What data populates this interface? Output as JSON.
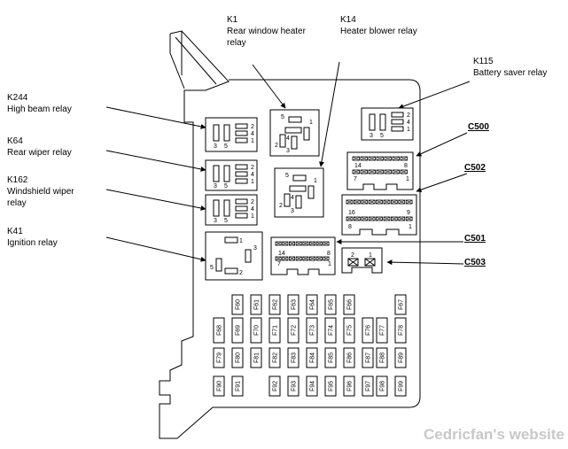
{
  "labels": {
    "k1": {
      "code": "K1",
      "line1": "Rear window heater",
      "line2": "relay"
    },
    "k14": {
      "code": "K14",
      "line1": "Heater blower relay"
    },
    "k115": {
      "code": "K115",
      "line1": "Battery saver relay"
    },
    "k244": {
      "code": "K244",
      "line1": "High beam relay"
    },
    "k64": {
      "code": "K64",
      "line1": "Rear wiper relay"
    },
    "k162": {
      "code": "K162",
      "line1": "Windshield wiper",
      "line2": "relay"
    },
    "k41": {
      "code": "K41",
      "line1": "Ignition relay"
    }
  },
  "connectors": {
    "c500": "C500",
    "c502": "C502",
    "c501": "C501",
    "c503": "C503"
  },
  "pins": {
    "relay_right": [
      "2",
      "4",
      "1"
    ],
    "relay_bottom": [
      "3",
      "5"
    ],
    "k1_pins": [
      "5",
      "1",
      "4",
      "2",
      "3"
    ],
    "k41_pins": [
      "1",
      "3",
      "5",
      "2"
    ],
    "c500": [
      "14",
      "8",
      "7",
      "1"
    ],
    "c502": [
      "16",
      "9",
      "8",
      "1"
    ],
    "c501": [
      "14",
      "8",
      "7",
      "1"
    ],
    "c503": [
      "2",
      "1"
    ]
  },
  "fuses": {
    "row1": [
      "F60",
      "F61",
      "F62",
      "F63",
      "F64",
      "F65",
      "F66",
      "F67"
    ],
    "row2": [
      "F68",
      "F69",
      "F70",
      "F71",
      "F72",
      "F73",
      "F74",
      "F75",
      "F76",
      "F77",
      "F78"
    ],
    "row3": [
      "F79",
      "F80",
      "F81",
      "F82",
      "F83",
      "F84",
      "F85",
      "F86",
      "F87",
      "F88",
      "F89"
    ],
    "row4": [
      "F90",
      "F91",
      "F92",
      "F93",
      "F94",
      "F95",
      "F96",
      "F97",
      "F98",
      "F99"
    ]
  },
  "watermark": "Cedricfan's website"
}
